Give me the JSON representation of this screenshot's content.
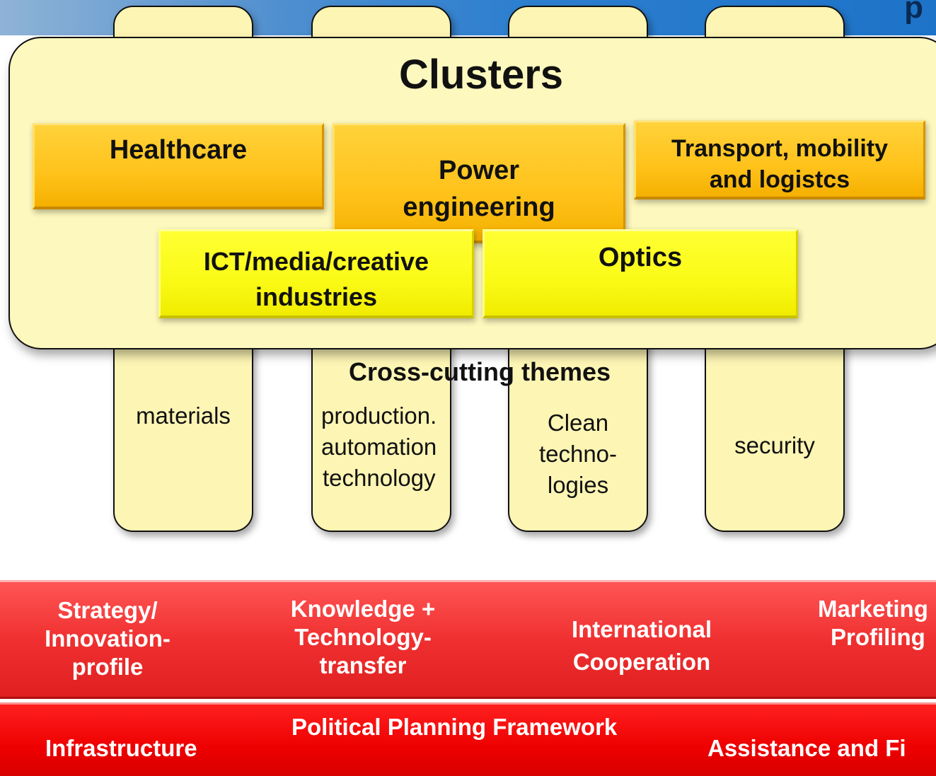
{
  "header": {
    "corner_glyph": "p"
  },
  "clusters": {
    "title": "Clusters",
    "items": [
      {
        "lines": [
          "Healthcare"
        ]
      },
      {
        "lines": [
          "Power",
          "engineering"
        ]
      },
      {
        "lines": [
          "Transport, mobility",
          "and logistcs"
        ]
      },
      {
        "lines": [
          "ICT/media/creative",
          "industries"
        ]
      },
      {
        "lines": [
          "Optics"
        ]
      }
    ]
  },
  "cross_cutting": {
    "title": "Cross-cutting themes",
    "columns": [
      {
        "lines": [
          "materials"
        ]
      },
      {
        "lines": [
          "production.",
          "automation",
          "technology"
        ]
      },
      {
        "lines": [
          "Clean",
          "techno-",
          "logies"
        ]
      },
      {
        "lines": [
          "security"
        ]
      }
    ]
  },
  "support_band": {
    "items": [
      {
        "lines": [
          "Strategy/",
          "Innovation-",
          "profile"
        ]
      },
      {
        "lines": [
          "Knowledge +",
          "Technology-",
          "transfer"
        ]
      },
      {
        "lines": [
          "International",
          "Cooperation"
        ]
      },
      {
        "lines": [
          "Marketing",
          "Profiling"
        ]
      }
    ]
  },
  "framework_band": {
    "title": "Political Planning  Framework",
    "left": "Infrastructure",
    "right": "Assistance and Fi"
  },
  "colors": {
    "cluster_orange": "#ffc21a",
    "cluster_yellow": "#fafa16",
    "pale_yellow": "#fdf5b4",
    "band_red": "#f03030",
    "band_deep_red": "#ee0000"
  }
}
